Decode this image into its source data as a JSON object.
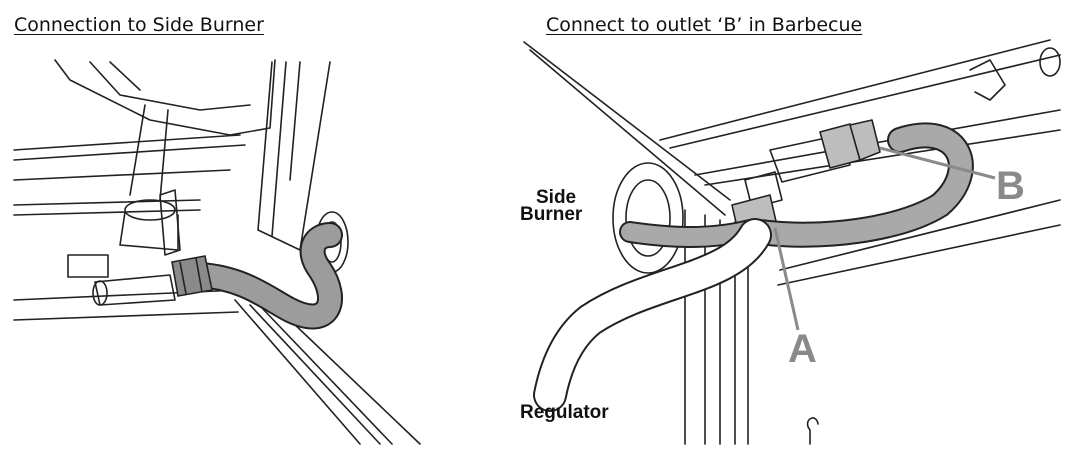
{
  "left": {
    "heading": "Connection to Side Burner"
  },
  "right": {
    "heading": "Connect to outlet ‘B’ in Barbecue",
    "labels": {
      "side_line1": "Side",
      "side_line2": "Burner",
      "regulator": "Regulator",
      "a": "A",
      "b": "B"
    }
  }
}
